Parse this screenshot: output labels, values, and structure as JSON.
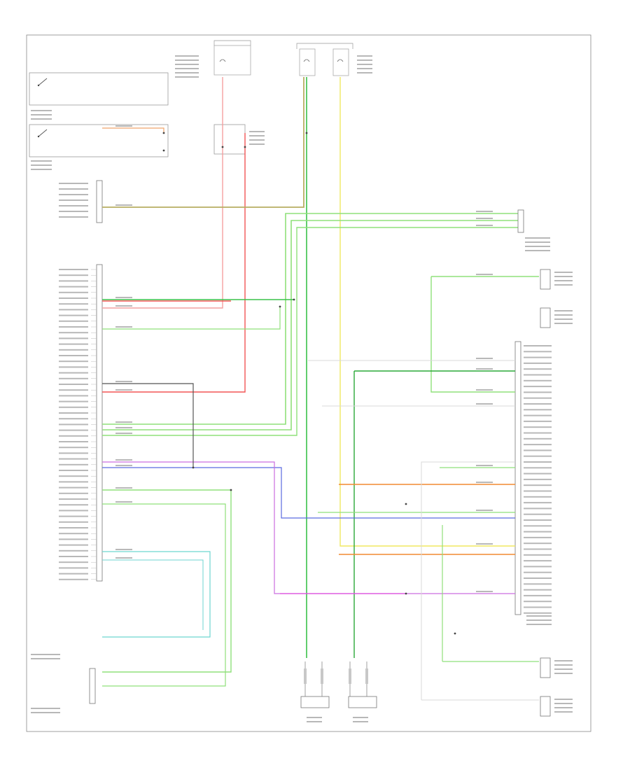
{
  "footer": {
    "code": ""
  },
  "wire_colors": {
    "tan_orange": "#f0a46a",
    "red": "#f25555",
    "pink": "#f4a0a0",
    "yellow": "#f0e860",
    "olive": "#b8ae62",
    "green": "#3ac24a",
    "light_green": "#8fe07a",
    "dark_green": "#2aa838",
    "cyan": "#6ed6d0",
    "blue": "#5a6ae0",
    "violet": "#cc6ee0",
    "magenta": "#e050e0",
    "orange": "#f28a30",
    "grey": "#a0a0a0",
    "black": "#555555",
    "pale": "#d8d8d8"
  },
  "components": [
    {
      "id": "fuse-top-left"
    },
    {
      "id": "fuse-top-mid-a"
    },
    {
      "id": "fuse-top-mid-b"
    },
    {
      "id": "switch-upper-left"
    },
    {
      "id": "switch-lower-left"
    },
    {
      "id": "splice-top-center"
    },
    {
      "id": "module-left-connector"
    },
    {
      "id": "module-right-connector"
    },
    {
      "id": "right-sensor-a"
    },
    {
      "id": "right-sensor-b"
    },
    {
      "id": "right-sensor-c"
    },
    {
      "id": "right-sensor-d"
    },
    {
      "id": "left-bottom-connector"
    },
    {
      "id": "left-antenna-module"
    },
    {
      "id": "right-antenna-module"
    },
    {
      "id": "connector-top-right"
    }
  ],
  "wires": [
    {
      "id": "wire-tan-vertical",
      "color": "tan_orange"
    },
    {
      "id": "wire-red-vertical",
      "color": "red"
    },
    {
      "id": "wire-yellow-vertical",
      "color": "yellow"
    },
    {
      "id": "wire-olive-horizontal",
      "color": "olive"
    },
    {
      "id": "wire-green-main",
      "color": "green"
    },
    {
      "id": "wire-lightgreen-bus",
      "color": "light_green"
    },
    {
      "id": "wire-darkgreen-right",
      "color": "dark_green"
    },
    {
      "id": "wire-cyan-bottom",
      "color": "cyan"
    },
    {
      "id": "wire-blue",
      "color": "blue"
    },
    {
      "id": "wire-violet",
      "color": "violet"
    },
    {
      "id": "wire-magenta",
      "color": "magenta"
    },
    {
      "id": "wire-orange",
      "color": "orange"
    }
  ]
}
